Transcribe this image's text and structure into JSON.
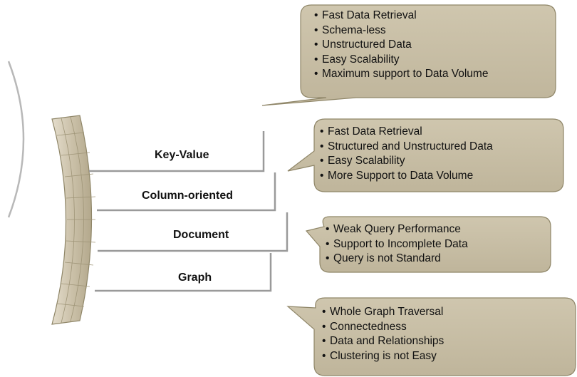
{
  "colors": {
    "callout_fill": "#c8bfa6",
    "callout_stroke": "#8f8668",
    "arc_fill": "#cbc1a9",
    "arc_stroke": "#8f8668",
    "connector_stroke": "#9a9a9a"
  },
  "categories": [
    {
      "label": "Key-Value"
    },
    {
      "label": "Column-oriented"
    },
    {
      "label": "Document"
    },
    {
      "label": "Graph"
    }
  ],
  "callouts": [
    {
      "items": [
        "Fast Data Retrieval",
        "Schema-less",
        "Unstructured Data",
        "Easy Scalability",
        "Maximum support to Data Volume"
      ]
    },
    {
      "items": [
        "Fast Data Retrieval",
        "Structured and Unstructured Data",
        "Easy Scalability",
        "More Support to Data Volume"
      ]
    },
    {
      "items": [
        "Weak Query Performance",
        "Support to Incomplete Data",
        "Query is not Standard"
      ]
    },
    {
      "items": [
        "Whole Graph Traversal",
        "Connectedness",
        "Data and Relationships",
        "Clustering is not Easy"
      ]
    }
  ]
}
